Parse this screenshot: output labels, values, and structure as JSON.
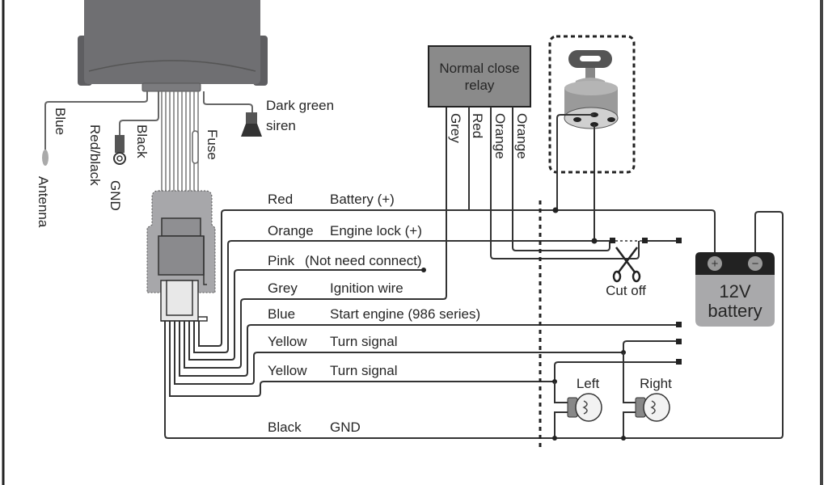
{
  "diagram": {
    "title": "Car alarm wiring diagram",
    "top_labels": {
      "blue": "Blue",
      "antenna": "Antenna",
      "red_black": "Red/black",
      "gnd": "GND",
      "black": "Black",
      "fuse": "Fuse",
      "siren_line1": "Dark green",
      "siren_line2": "siren"
    },
    "relay": {
      "line1": "Normal close",
      "line2": "relay",
      "wires": [
        "Grey",
        "Red",
        "Orange",
        "Orange"
      ]
    },
    "harness": [
      {
        "color": "Red",
        "function": "Battery (+)"
      },
      {
        "color": "Orange",
        "function": "Engine lock (+)"
      },
      {
        "color": "Pink",
        "function": "(Not need connect)"
      },
      {
        "color": "Grey",
        "function": "Ignition wire"
      },
      {
        "color": "Blue",
        "function": "Start engine (986 series)"
      },
      {
        "color": "Yellow",
        "function": "Turn signal"
      },
      {
        "color": "Yellow",
        "function": "Turn signal"
      },
      {
        "color": "Black",
        "function": "GND"
      }
    ],
    "cut_off": "Cut off",
    "battery": {
      "line1": "12V",
      "line2": "battery",
      "plus": "+",
      "minus": "−"
    },
    "lamps": {
      "left": "Left",
      "right": "Right"
    },
    "colors": {
      "module": "#6f6f72",
      "relay": "#8a8a8a",
      "battery_top": "#222222",
      "battery_body": "#a9a9ab",
      "wire": "#333333"
    }
  }
}
